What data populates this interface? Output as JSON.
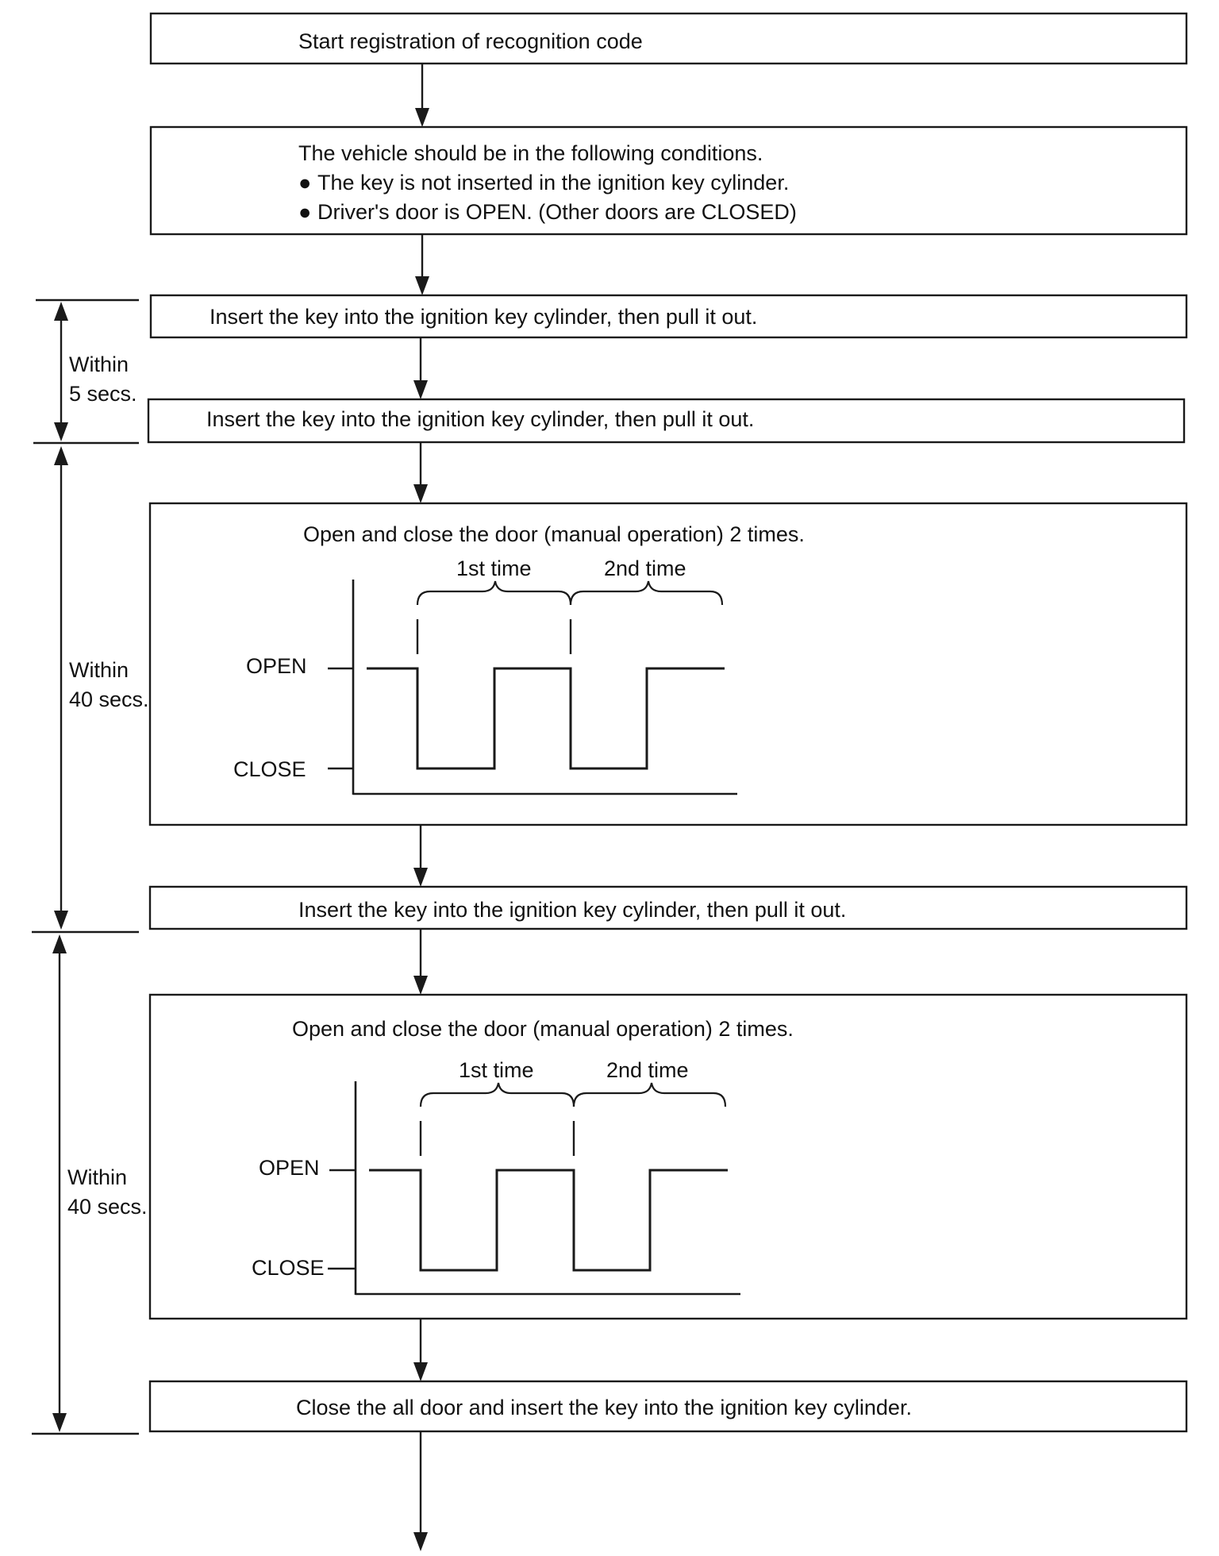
{
  "steps": {
    "start": "Start registration of recognition code",
    "conditions_heading": "The vehicle should be in the following conditions.",
    "condition_1": "The key is not inserted in the ignition key cylinder.",
    "condition_2": "Driver's door is OPEN. (Other doors are CLOSED)",
    "insert_key_1": "Insert the key into the ignition key cylinder, then pull it out.",
    "insert_key_2": "Insert the key into the ignition key cylinder, then pull it out.",
    "door_cycle_1": "Open and close the door (manual operation) 2 times.",
    "insert_key_3": "Insert the key into the ignition key cylinder, then pull it out.",
    "door_cycle_2": "Open and close the door (manual operation) 2 times.",
    "final": "Close the all door and insert the key into the ignition key cylinder."
  },
  "bullet_glyph": "●",
  "timing": {
    "t1_line1": "Within",
    "t1_line2": "5 secs.",
    "t2_line1": "Within",
    "t2_line2": "40 secs.",
    "t3_line1": "Within",
    "t3_line2": "40 secs."
  },
  "timing_chart_1": {
    "level_high": "OPEN",
    "level_low": "CLOSE",
    "first_label": "1st time",
    "second_label": "2nd time",
    "sequence": [
      "OPEN",
      "CLOSE",
      "OPEN",
      "CLOSE",
      "OPEN"
    ]
  },
  "timing_chart_2": {
    "level_high": "OPEN",
    "level_low": "CLOSE",
    "first_label": "1st time",
    "second_label": "2nd time",
    "sequence": [
      "OPEN",
      "CLOSE",
      "OPEN",
      "CLOSE",
      "OPEN"
    ]
  }
}
